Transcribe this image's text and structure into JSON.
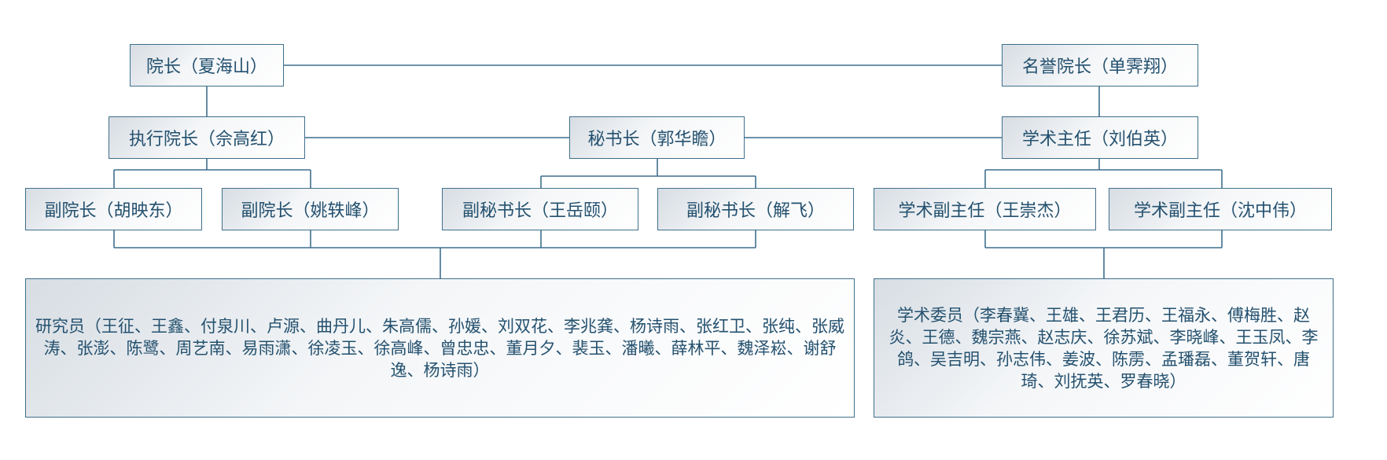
{
  "org": {
    "dean": "院长（夏海山）",
    "honorary_dean": "名誉院长（单霁翔）",
    "executive_dean": "执行院长（佘高红）",
    "secretary_general": "秘书长（郭华瞻）",
    "academic_director": "学术主任（刘伯英）",
    "vice_dean_1": "副院长（胡映东）",
    "vice_dean_2": "副院长（姚轶峰）",
    "deputy_secretary_1": "副秘书长（王岳颐）",
    "deputy_secretary_2": "副秘书长（解飞）",
    "academic_deputy_1": "学术副主任（王崇杰）",
    "academic_deputy_2": "学术副主任（沈中伟）",
    "researchers": "研究员（王征、王鑫、付泉川、卢源、曲丹儿、朱高儒、孙媛、刘双花、李兆龚、杨诗雨、张红卫、张纯、张威涛、张澎、陈鹭、周艺南、易雨潇、徐凌玉、徐高峰、曾忠忠、董月夕、裴玉、潘曦、薛林平、魏泽崧、谢舒逸、杨诗雨）",
    "committee": "学术委员（李春冀、王雄、王君历、王福永、傅梅胜、赵炎、王德、魏宗燕、赵志庆、徐苏斌、李晓峰、王玉凤、李鸽、吴吉明、孙志伟、姜波、陈雳、孟璠磊、董贺轩、唐琦、刘抚英、罗春晓）"
  },
  "colors": {
    "line": "#3f6f8d",
    "text": "#24516f",
    "border": "#3f6f8d"
  }
}
